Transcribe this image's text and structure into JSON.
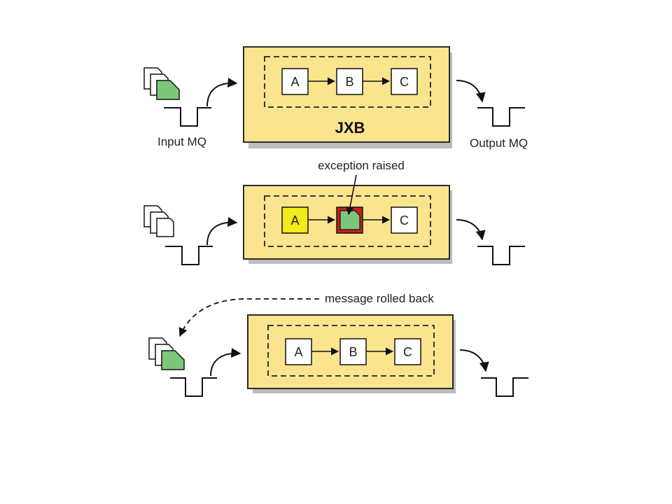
{
  "colors": {
    "container_fill": "#fae48e",
    "container_stroke": "#2a2a2a",
    "shadow": "#bdbdbd",
    "box_fill": "#ffffff",
    "active_step_fill": "#f2ea1c",
    "failed_step_border": "#c81e1e",
    "message_green": "#7dc77c",
    "line": "#111111"
  },
  "stage1": {
    "container_label": "JXB",
    "steps": [
      "A",
      "B",
      "C"
    ],
    "input_label": "Input MQ",
    "output_label": "Output MQ"
  },
  "stage2": {
    "annotation": "exception raised",
    "steps": [
      "A",
      "",
      "C"
    ]
  },
  "stage3": {
    "annotation": "message rolled back",
    "steps": [
      "A",
      "B",
      "C"
    ]
  }
}
